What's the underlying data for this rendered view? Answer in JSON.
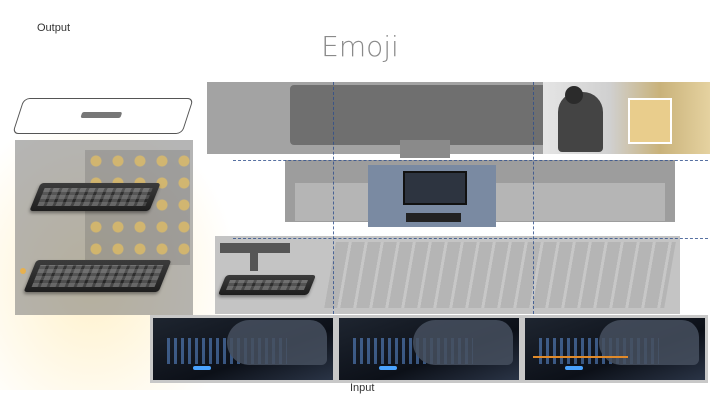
{
  "labels": {
    "output": "Output",
    "title": "Emoji",
    "input": "Input"
  },
  "colors": {
    "title_text": "#8a8a8a",
    "dash_lines": "#2e4e8c",
    "haze": "#ffe6a0"
  }
}
